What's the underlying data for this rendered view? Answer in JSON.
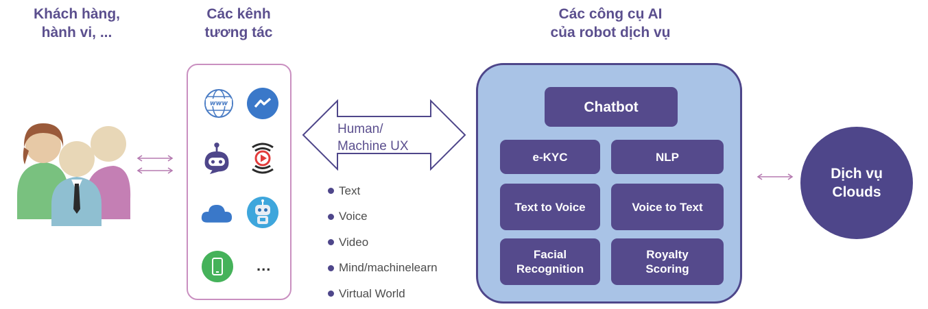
{
  "headings": {
    "customers": [
      "Khách hàng,",
      "hành vi, ..."
    ],
    "channels": [
      "Các kênh",
      "tương tác"
    ],
    "ai_tools": [
      "Các công cụ AI",
      "của robot dịch vụ"
    ]
  },
  "channels": {
    "icons": [
      "globe-www-icon",
      "messenger-icon",
      "chatbot-robot-icon",
      "video-play-icon",
      "cloud-icon",
      "robot-avatar-icon",
      "mobile-phone-icon"
    ],
    "more": "..."
  },
  "ux_arrow": {
    "lines": [
      "Human/",
      "Machine UX"
    ]
  },
  "modes": [
    "Text",
    "Voice",
    "Video",
    "Mind/machinelearn",
    "Virtual World"
  ],
  "ai_tools": {
    "chatbot": "Chatbot",
    "ekyc": "e-KYC",
    "nlp": "NLP",
    "text_to_voice": "Text to Voice",
    "voice_to_text": "Voice to Text",
    "facial": [
      "Facial",
      "Recognition"
    ],
    "royalty": [
      "Royalty",
      "Scoring"
    ]
  },
  "clouds": [
    "Dịch vụ",
    "Clouds"
  ],
  "colors": {
    "heading": "#5b4f8e",
    "panel_fill": "#a9c3e6",
    "tool_fill": "#554a8c",
    "channel_border": "#c98fc0",
    "connector": "#b57ab0"
  }
}
